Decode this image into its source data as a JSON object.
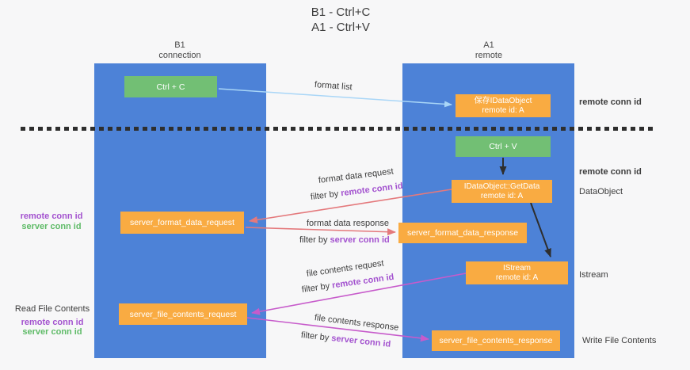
{
  "title": {
    "line1": "B1 - Ctrl+C",
    "line2": "A1 - Ctrl+V"
  },
  "lanes": {
    "left": {
      "title_line1": "B1",
      "title_line2": "connection"
    },
    "right": {
      "title_line1": "A1",
      "title_line2": "remote"
    }
  },
  "boxes": {
    "ctrl_c": "Ctrl + C",
    "ctrl_v": "Ctrl + V",
    "save_dataobject_line1": "保存IDataObject",
    "save_dataobject_line2": "remote id: A",
    "getdata_line1": "IDataObject::GetData",
    "getdata_line2": "remote id: A",
    "istream_line1": "IStream",
    "istream_line2": "remote id: A",
    "server_format_data_request": "server_format_data_request",
    "server_format_data_response": "server_format_data_response",
    "server_file_contents_request": "server_file_contents_request",
    "server_file_contents_response": "server_file_contents_response"
  },
  "arrow_labels": {
    "format_list": "format list",
    "format_data_request": "format data request",
    "format_data_response": "format data response",
    "file_contents_request": "file contents request",
    "file_contents_response": "file contents response",
    "filter_by": "filter by",
    "remote_conn_id": "remote conn id",
    "server_conn_id": "server conn id"
  },
  "side_labels": {
    "right_top_remote_conn_id": "remote conn id",
    "right_mid_remote_conn_id": "remote conn id",
    "dataobject": "DataObject",
    "istream": "Istream",
    "write_file_contents": "Write File Contents",
    "left_remote_conn_id": "remote conn id",
    "left_server_conn_id": "server conn id",
    "read_file_contents": "Read File Contents",
    "left_remote_conn_id_2": "remote conn id",
    "left_server_conn_id_2": "server conn id"
  },
  "colors": {
    "lane_blue": "#4d82d7",
    "box_green": "#72bf74",
    "box_orange": "#f9ab42",
    "purple_text": "#a352cf",
    "green_text": "#5fbb68",
    "arrow_salmon": "#e4797c",
    "arrow_magenta": "#c75bcb",
    "arrow_light_blue": "#a9d6f7",
    "arrow_black": "#2e2e2e",
    "background": "#f7f7f8"
  }
}
